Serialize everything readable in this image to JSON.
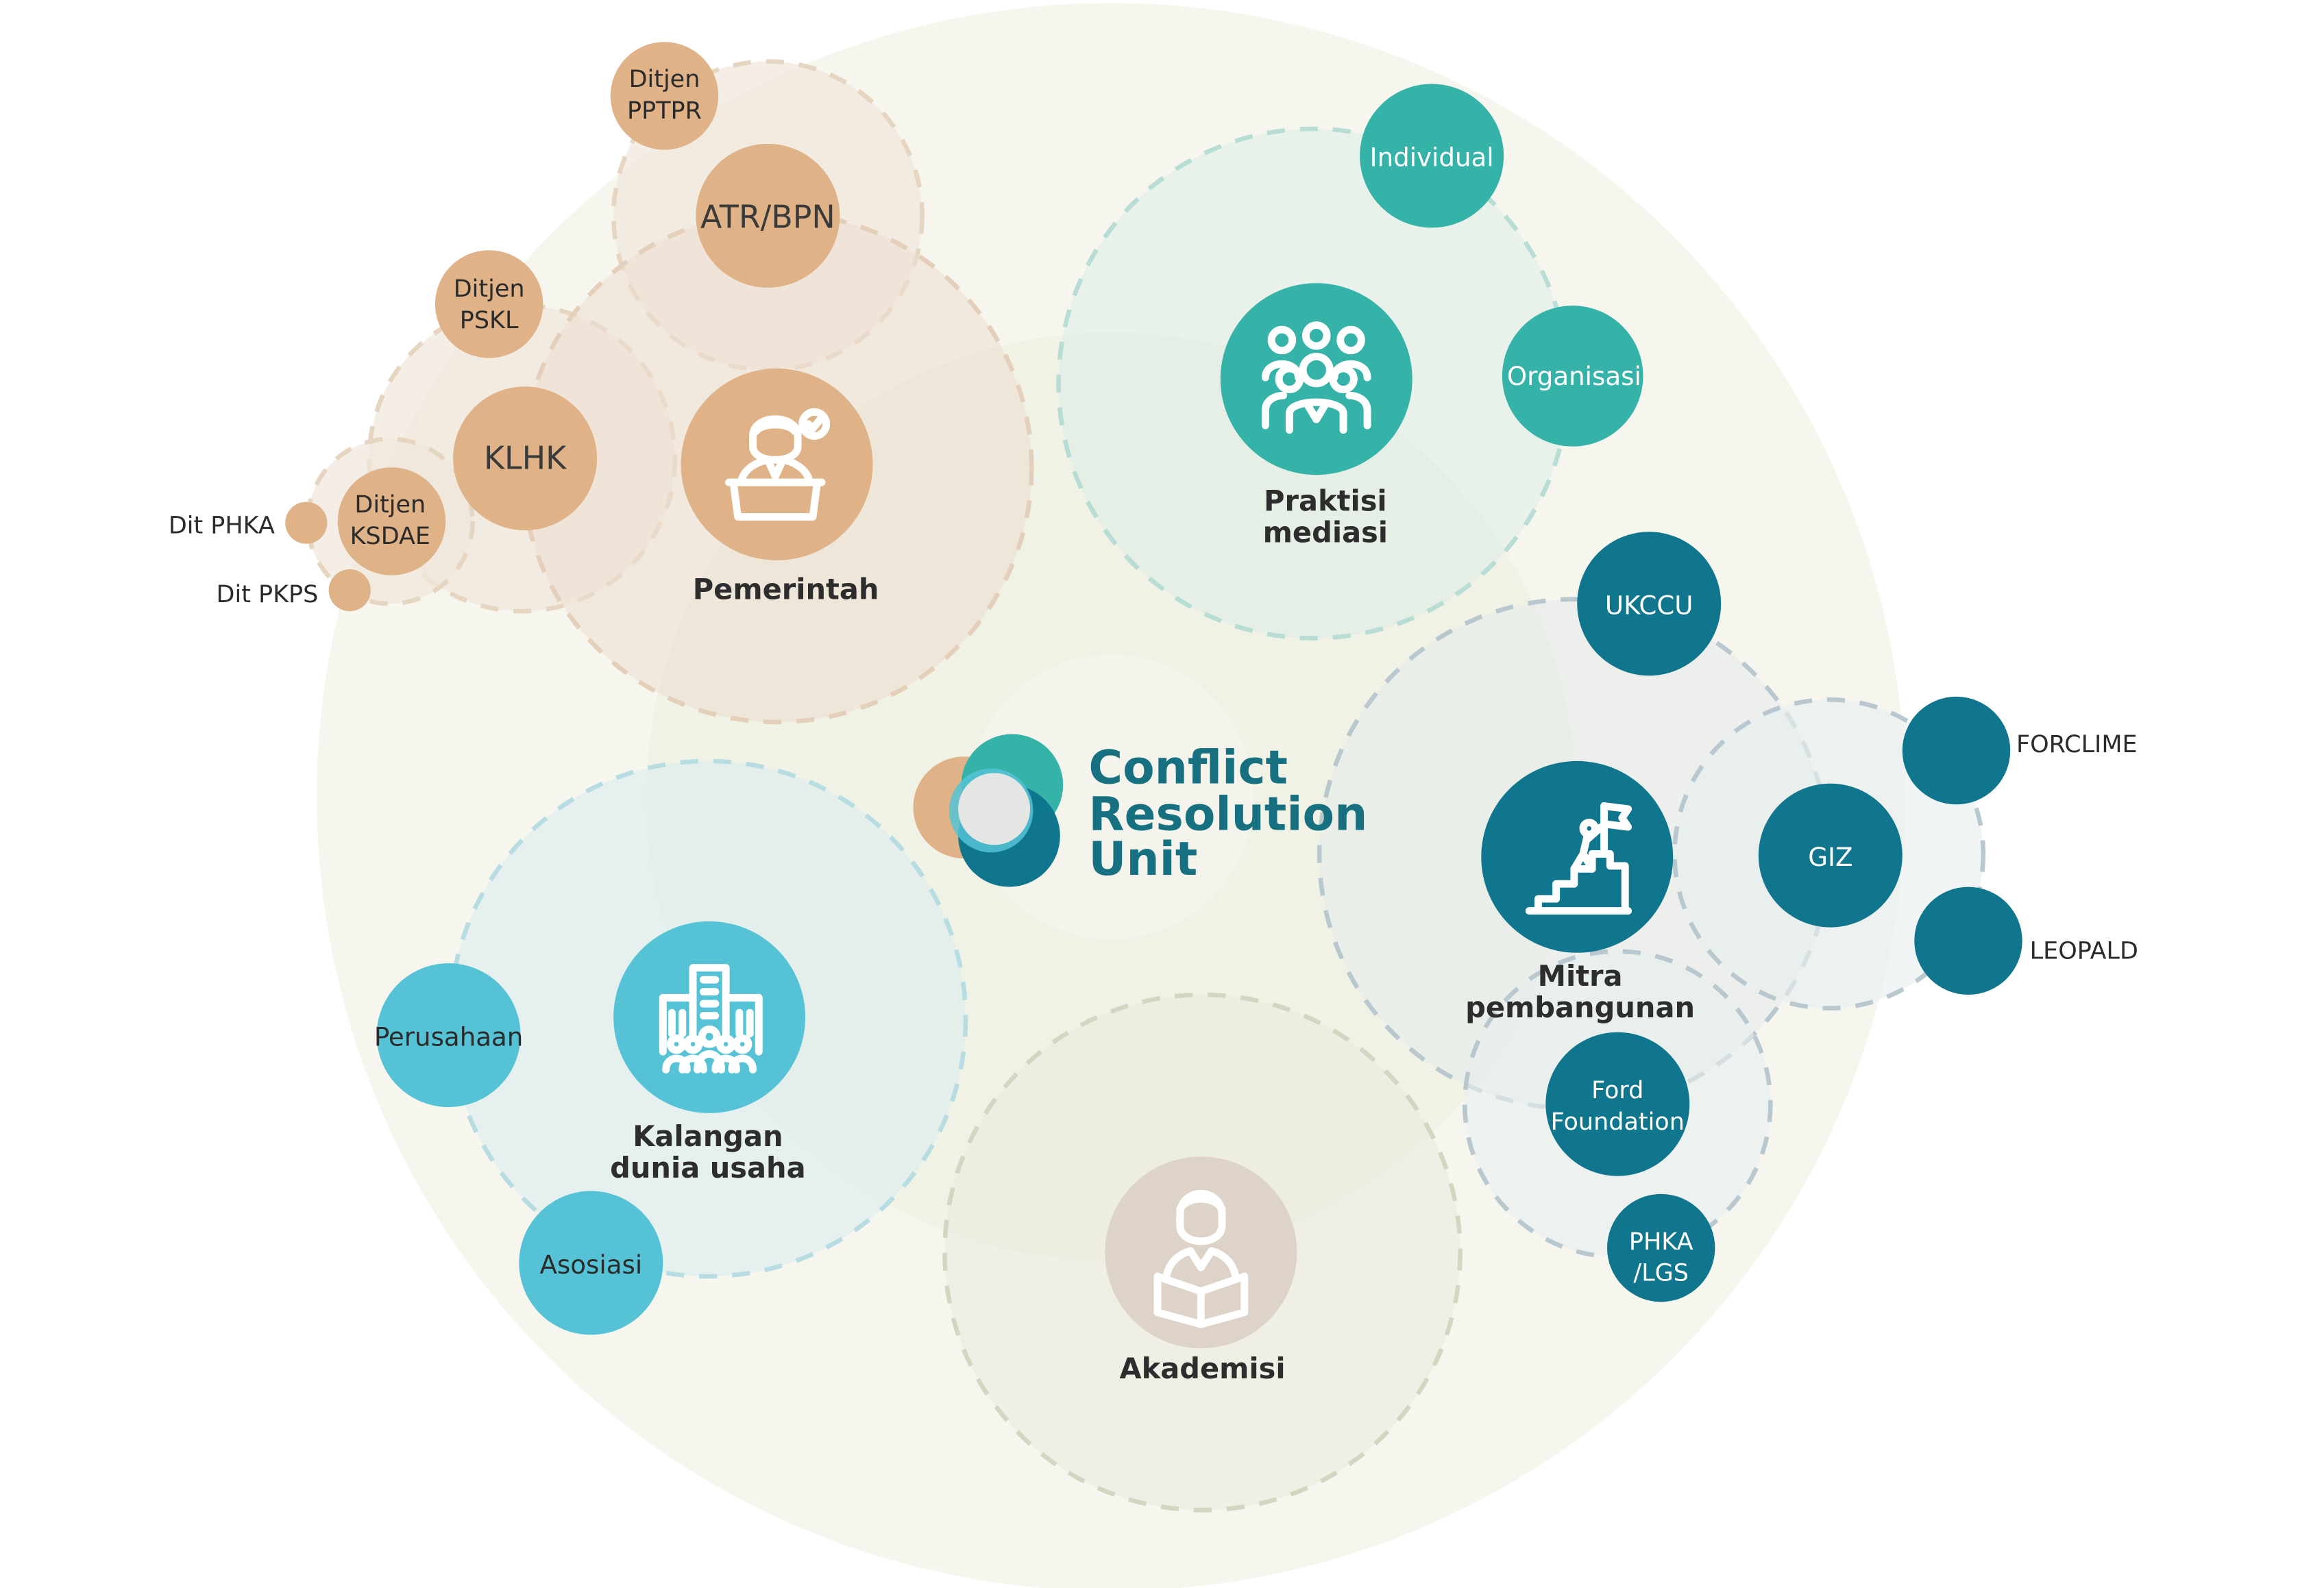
{
  "colors": {
    "government": "#dfb287",
    "mediation": "#35b3a8",
    "business": "#55c3d5",
    "partners": "#10768d",
    "academia": "#ddd3c8",
    "brand_text": "#17707f"
  },
  "brand": {
    "line1": "Conflict",
    "line2": "Resolution",
    "line3": "Unit"
  },
  "pemerintah": {
    "title": "Pemerintah",
    "icon": "official-at-podium-icon",
    "nodes": {
      "ditjen_pptpr": [
        "Ditjen",
        "PPTPR"
      ],
      "atr_bpn": "ATR/BPN",
      "ditjen_pskl": [
        "Ditjen",
        "PSKL"
      ],
      "klhk": "KLHK",
      "ditjen_ksdae": [
        "Ditjen",
        "KSDAE"
      ],
      "dit_phka": "Dit PHKA",
      "dit_pkps": "Dit PKPS"
    }
  },
  "praktisi": {
    "title_line1": "Praktisi",
    "title_line2": "mediasi",
    "icon": "group-of-people-icon",
    "nodes": {
      "individual": "Individual",
      "organisasi": "Organisasi"
    }
  },
  "mitra": {
    "title_line1": "Mitra",
    "title_line2": "pembangunan",
    "icon": "climbing-stairs-flag-icon",
    "nodes": {
      "ukccu": "UKCCU",
      "giz": "GIZ",
      "forclime": "FORCLIME",
      "leopald": "LEOPALD",
      "ford": [
        "Ford",
        "Foundation"
      ],
      "phka_lgs": [
        "PHKA",
        "/LGS"
      ]
    }
  },
  "bisnis": {
    "title_line1": "Kalangan",
    "title_line2": "dunia usaha",
    "icon": "office-building-people-icon",
    "nodes": {
      "perusahaan": "Perusahaan",
      "asosiasi": "Asosiasi"
    }
  },
  "akademisi": {
    "title": "Akademisi",
    "icon": "student-reading-book-icon"
  }
}
